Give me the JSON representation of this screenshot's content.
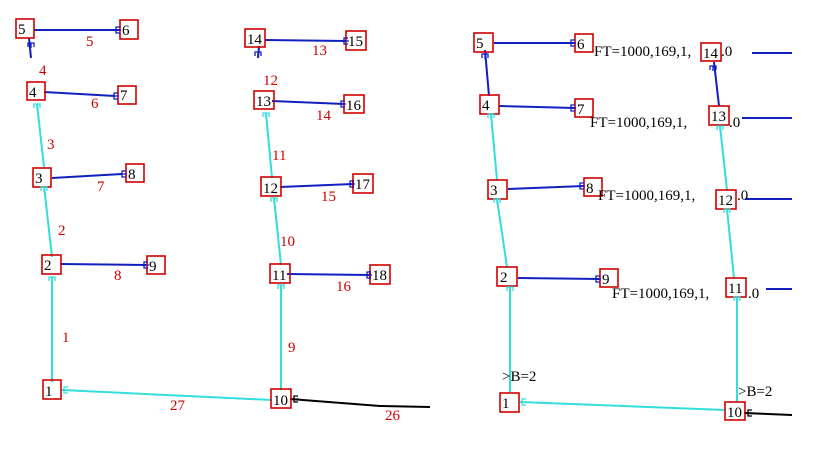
{
  "colors": {
    "column_line": "#33dddd",
    "beam_line": "#1020c0",
    "ground_line": "#000000",
    "node_box": "#d00000",
    "element_label": "#d00000",
    "node_label": "#000000"
  },
  "left_model": {
    "nodes": [
      "1",
      "2",
      "3",
      "4",
      "5",
      "6",
      "7",
      "8",
      "9",
      "10",
      "11",
      "12",
      "13",
      "14",
      "15",
      "16",
      "17",
      "18"
    ],
    "element_labels": [
      "1",
      "2",
      "3",
      "4",
      "5",
      "6",
      "7",
      "8",
      "9",
      "10",
      "11",
      "12",
      "13",
      "14",
      "15",
      "16",
      "26",
      "27"
    ]
  },
  "right_model": {
    "nodes": [
      "1",
      "2",
      "3",
      "4",
      "5",
      "6",
      "7",
      "8",
      "9",
      "10",
      "11",
      "12",
      "13",
      "14"
    ],
    "annotations": {
      "ft_label": "FT=1000,169,1,",
      "ft_suffix": ".0",
      "base_label": ">B=2"
    }
  }
}
